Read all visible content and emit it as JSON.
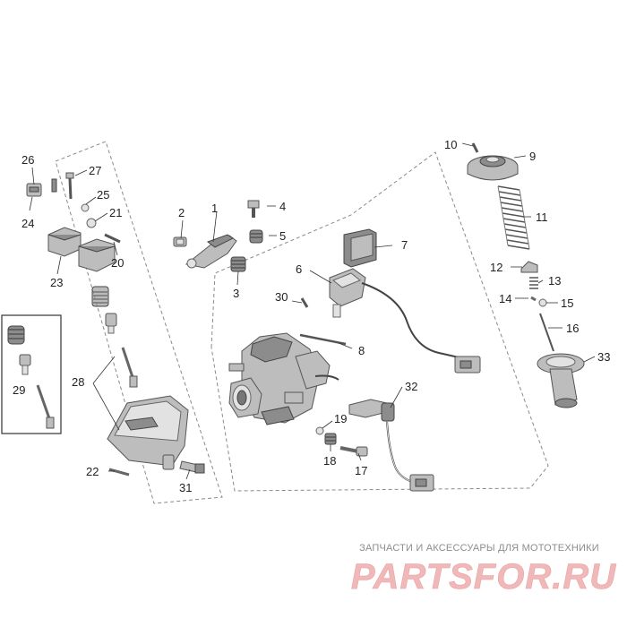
{
  "callouts": [
    {
      "id": "1",
      "label": "1"
    },
    {
      "id": "2",
      "label": "2"
    },
    {
      "id": "3",
      "label": "3"
    },
    {
      "id": "4",
      "label": "4"
    },
    {
      "id": "5",
      "label": "5"
    },
    {
      "id": "6",
      "label": "6"
    },
    {
      "id": "7",
      "label": "7"
    },
    {
      "id": "8",
      "label": "8"
    },
    {
      "id": "9",
      "label": "9"
    },
    {
      "id": "10",
      "label": "10"
    },
    {
      "id": "11",
      "label": "11"
    },
    {
      "id": "12",
      "label": "12"
    },
    {
      "id": "13",
      "label": "13"
    },
    {
      "id": "14",
      "label": "14"
    },
    {
      "id": "15",
      "label": "15"
    },
    {
      "id": "16",
      "label": "16"
    },
    {
      "id": "17",
      "label": "17"
    },
    {
      "id": "18",
      "label": "18"
    },
    {
      "id": "19",
      "label": "19"
    },
    {
      "id": "20",
      "label": "20"
    },
    {
      "id": "21",
      "label": "21"
    },
    {
      "id": "22",
      "label": "22"
    },
    {
      "id": "23",
      "label": "23"
    },
    {
      "id": "24",
      "label": "24"
    },
    {
      "id": "25",
      "label": "25"
    },
    {
      "id": "26",
      "label": "26"
    },
    {
      "id": "27",
      "label": "27"
    },
    {
      "id": "28",
      "label": "28"
    },
    {
      "id": "29",
      "label": "29"
    },
    {
      "id": "30",
      "label": "30"
    },
    {
      "id": "31",
      "label": "31"
    },
    {
      "id": "32",
      "label": "32"
    },
    {
      "id": "33",
      "label": "33"
    }
  ],
  "watermark": {
    "tagline": "ЗАПЧАСТИ И АКСЕССУАРЫ ДЛЯ МОТОТЕХНИКИ",
    "logo": "PARTSFOR.RU",
    "color": "#f0b8b8"
  }
}
